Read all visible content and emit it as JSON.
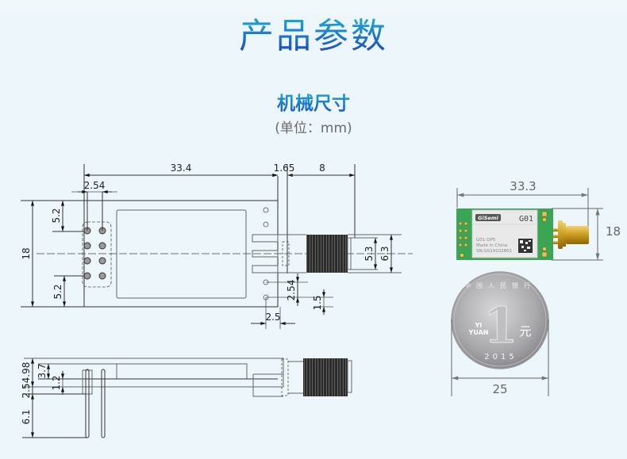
{
  "header": {
    "title": "产品参数",
    "section_title": "机械尺寸",
    "unit_note": "(单位：mm)"
  },
  "top_view": {
    "dimensions": {
      "body_length": "33.4",
      "flange": "1.65",
      "antenna_length": "8",
      "pin_pitch": "2.54",
      "width": "18",
      "pin_offset_top": "5.2",
      "pin_offset_bottom": "5.2",
      "thread_inner": "5.3",
      "thread_outer": "6.3",
      "hole_pitch": "2.54",
      "hole_offset": "1.5",
      "hole_x": "2.5"
    }
  },
  "side_view": {
    "dimensions": {
      "total_height": "4.98",
      "shield_height": "3.7",
      "pcb_thickness": "1.2",
      "header_height": "2.5",
      "pin_length": "6.1"
    }
  },
  "photo": {
    "module": {
      "brand": "GiSemi",
      "model": "G01",
      "label_lines": [
        "G01-DP5",
        "Made in China",
        "SN:GS19102801"
      ],
      "length": "33.3",
      "width": "18"
    },
    "coin": {
      "top_text": "中国人民银行",
      "numeral": "1",
      "pinyin_1": "YI",
      "pinyin_2": "YUAN",
      "hanzi": "元",
      "year": "2015",
      "diameter": "25"
    }
  }
}
